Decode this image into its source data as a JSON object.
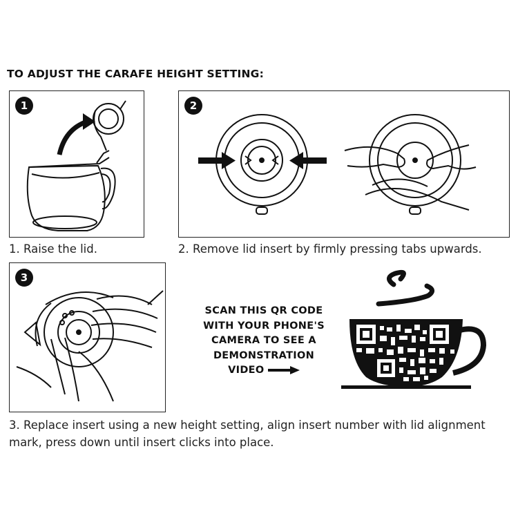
{
  "heading": "TO ADJUST THE CARAFE HEIGHT SETTING:",
  "steps": [
    {
      "number": "1",
      "caption": "1. Raise the lid."
    },
    {
      "number": "2",
      "caption": "2. Remove lid insert by firmly pressing tabs upwards."
    },
    {
      "number": "3",
      "caption": "3. Replace insert using a new height setting, align insert number with lid alignment mark, press down until insert clicks into place."
    }
  ],
  "qr": {
    "lines": [
      "SCAN THIS QR CODE",
      "WITH YOUR PHONE'S",
      "CAMERA TO SEE A",
      "DEMONSTRATION",
      "VIDEO"
    ]
  },
  "icons": {
    "step1": "carafe-lid-raise-illustration",
    "step2": "lid-insert-tabs-illustration",
    "step3": "insert-replace-hands-illustration",
    "qr": "coffee-cup-qr-code-icon"
  },
  "colors": {
    "ink": "#111111",
    "paper": "#ffffff"
  }
}
